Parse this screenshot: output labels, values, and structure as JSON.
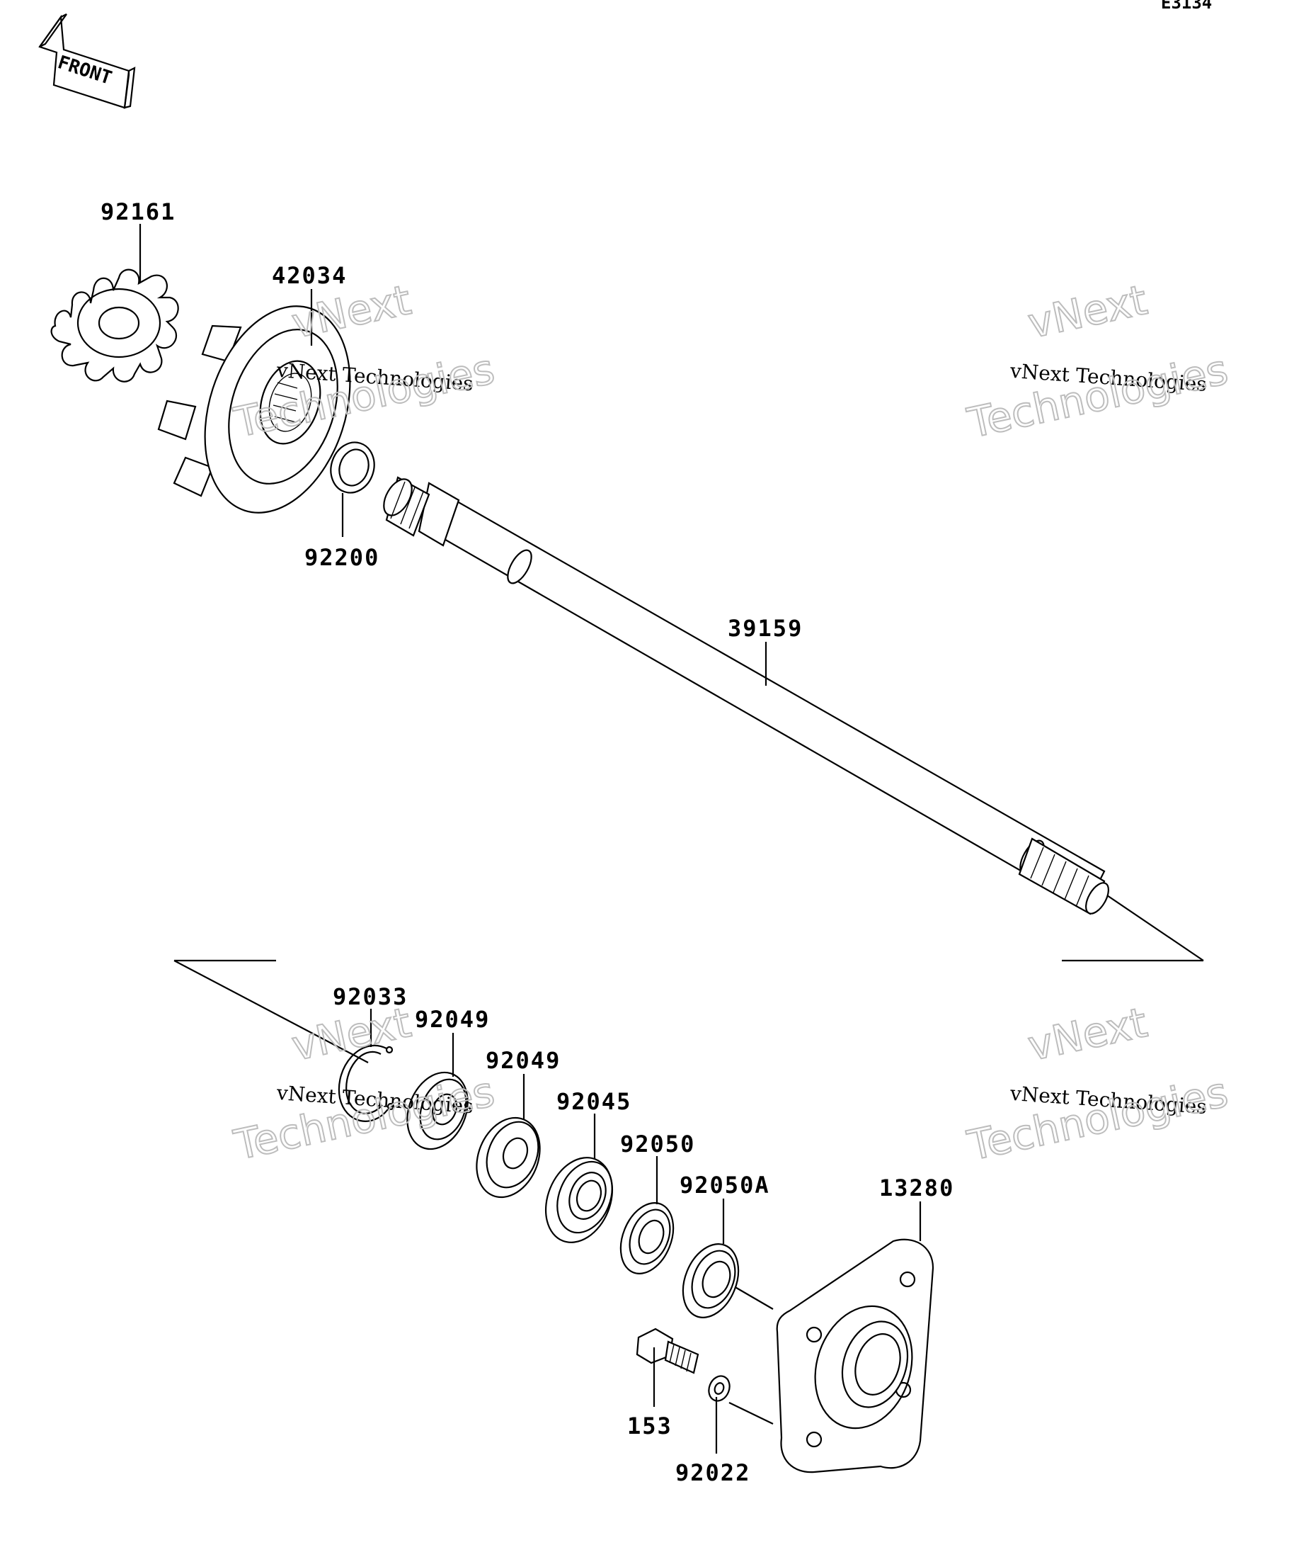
{
  "diagram_code": "E3134",
  "front_label": "FRONT",
  "watermark": {
    "brand": "vNext",
    "company": "vNext Technologies",
    "second_word": "Technologies"
  },
  "part_labels": {
    "p92161": "92161",
    "p42034": "42034",
    "p92200": "92200",
    "p39159": "39159",
    "p92033": "92033",
    "p92049a": "92049",
    "p92049b": "92049",
    "p92045": "92045",
    "p92050": "92050",
    "p92050A": "92050A",
    "p13280": "13280",
    "p153": "153",
    "p92022": "92022"
  }
}
